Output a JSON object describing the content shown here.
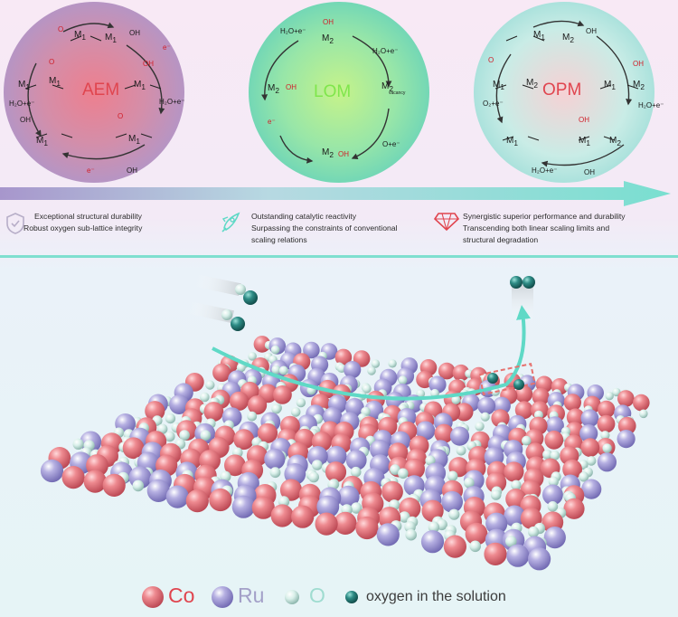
{
  "mechanisms": {
    "aem": {
      "label": "AEM"
    },
    "lom": {
      "label": "LOM"
    },
    "opm": {
      "label": "OPM"
    }
  },
  "species": {
    "m1": "M",
    "m2": "M",
    "sub1": "1",
    "sub2": "2",
    "o": "O",
    "oh": "OH",
    "h2o_e": "H₂O+e⁻",
    "oh_text": "OH",
    "e": "e⁻",
    "o_e": "O+e⁻",
    "o2_e": "O₂+e⁻",
    "vacancy": "vacancy",
    "lom_m2": "M",
    "o_minus": "O"
  },
  "properties": {
    "durability": {
      "line1": "Exceptional structural durability",
      "line2": "Robust oxygen sub-lattice integrity"
    },
    "reactivity": {
      "line1": "Outstanding catalytic reactivity",
      "line2": "Surpassing the constraints of conventional",
      "line3": "scaling relations"
    },
    "synergy": {
      "line1": "Synergistic superior performance and durability",
      "line2": "Transcending both linear scaling limits and",
      "line3": "structural degradation"
    }
  },
  "legend": {
    "co": "Co",
    "ru": "Ru",
    "o": "O",
    "solution_oxygen": "oxygen in the solution"
  },
  "colors": {
    "co": "#e46c72",
    "ru": "#a9a3d9",
    "o": "#cfe9e3",
    "solution_oxygen": "#1e6d6a",
    "teal_arrow": "#5fd9c6",
    "divider": "#7edfcf"
  }
}
